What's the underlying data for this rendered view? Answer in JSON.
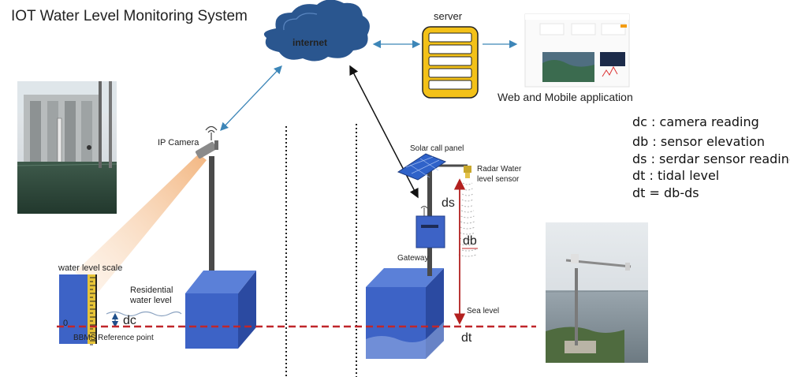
{
  "title": "IOT Water Level Monitoring System",
  "cloud_label": "internet",
  "server_label": "server",
  "app_label": "Web and Mobile application",
  "camera_label": "IP Camera",
  "scale_label": "water level scale",
  "scale_zero": "0",
  "reference_label": "BBMS Reference point",
  "residential_label_1": "Residential",
  "residential_label_2": "water level",
  "dc_label": "dc",
  "solar_label": "Solar call panel",
  "radar_label_1": "Radar Water",
  "radar_label_2": "level sensor",
  "gateway_label": "Gateway",
  "ds_label": "ds",
  "db_label": "db",
  "sea_level_label": "Sea level",
  "dt_label": "dt",
  "legend": [
    "dc : camera reading",
    "db : sensor elevation",
    "ds : serdar sensor reading",
    "dt : tidal level",
    "dt = db-ds"
  ],
  "colors": {
    "reference_line": "#c0262a",
    "box_blue": "#3a62c4",
    "server_yellow": "#f3c118",
    "arrow_blue": "#3d86b8",
    "cloud_blue": "#274f8f"
  }
}
